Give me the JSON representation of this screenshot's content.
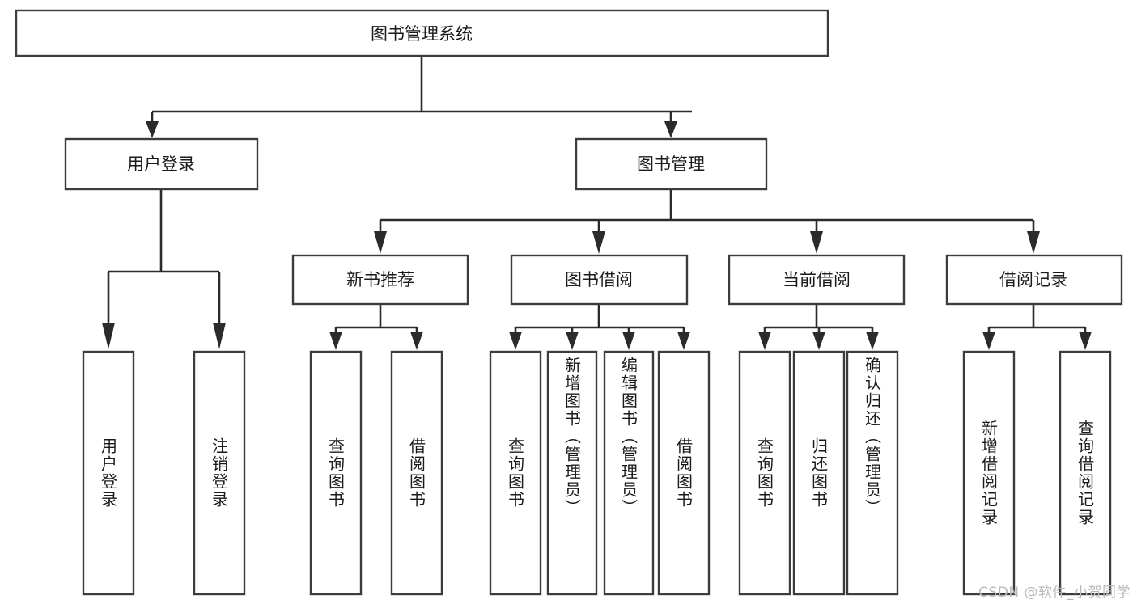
{
  "diagram": {
    "title": "图书管理系统",
    "type": "tree",
    "watermark": "CSDN @软件_小贺同学",
    "colors": {
      "box_fill": "#ffffff",
      "box_stroke": "#3c3c3c",
      "connector": "#2b2b2b",
      "text": "#1b1b1b",
      "watermark": "#b9b9b9",
      "background": "#ffffff"
    },
    "root": {
      "label": "图书管理系统"
    },
    "level2": [
      {
        "label": "用户登录"
      },
      {
        "label": "图书管理"
      }
    ],
    "level3": [
      {
        "label": "新书推荐"
      },
      {
        "label": "图书借阅"
      },
      {
        "label": "当前借阅"
      },
      {
        "label": "借阅记录"
      }
    ],
    "leaves": {
      "user_login": [
        {
          "label": "用户登录"
        },
        {
          "label": "注销登录"
        }
      ],
      "new_book_recommend": [
        {
          "label": "查询图书"
        },
        {
          "label": "借阅图书"
        }
      ],
      "book_borrow": [
        {
          "label": "查询图书"
        },
        {
          "label": "新增图书（管理员）"
        },
        {
          "label": "编辑图书（管理员）"
        },
        {
          "label": "借阅图书"
        }
      ],
      "current_borrow": [
        {
          "label": "查询图书"
        },
        {
          "label": "归还图书"
        },
        {
          "label": "确认归还（管理员）"
        }
      ],
      "borrow_records": [
        {
          "label": "新增借阅记录"
        },
        {
          "label": "查询借阅记录"
        }
      ]
    }
  }
}
